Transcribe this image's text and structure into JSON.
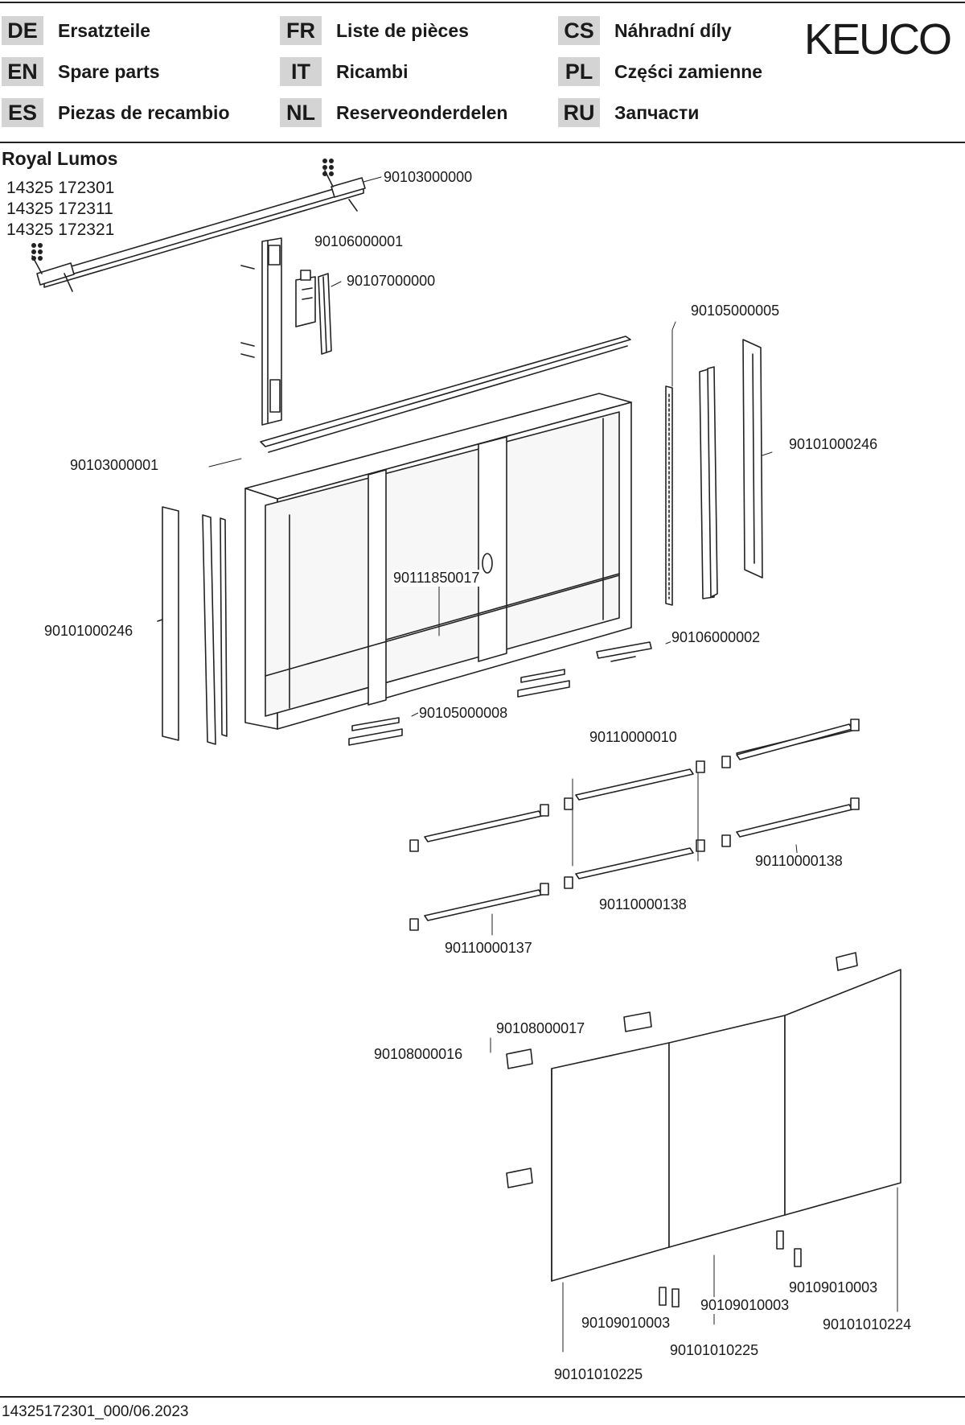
{
  "languages": [
    {
      "code": "DE",
      "name": "Ersatzteile"
    },
    {
      "code": "FR",
      "name": "Liste de pièces"
    },
    {
      "code": "CS",
      "name": "Náhradní díly"
    },
    {
      "code": "EN",
      "name": "Spare parts"
    },
    {
      "code": "IT",
      "name": "Ricambi"
    },
    {
      "code": "PL",
      "name": "Części zamienne"
    },
    {
      "code": "ES",
      "name": "Piezas de recambio"
    },
    {
      "code": "NL",
      "name": "Reserveonderdelen"
    },
    {
      "code": "RU",
      "name": "Запчасти"
    }
  ],
  "brand": "KEUCO",
  "product": {
    "name": "Royal Lumos",
    "article_numbers": [
      "14325 172301",
      "14325 172311",
      "14325 172321"
    ]
  },
  "part_numbers": [
    "90103000000",
    "90106000001",
    "90107000000",
    "90105000005",
    "90103000001",
    "90101000246",
    "90101000246",
    "90111850017",
    "90106000002",
    "90105000008",
    "90110000010",
    "90110000138",
    "90110000138",
    "90110000137",
    "90108000017",
    "90108000016",
    "90109010003",
    "90109010003",
    "90109010003",
    "90101010224",
    "90101010225",
    "90101010225"
  ],
  "footer": "14325172301_000/06.2023"
}
